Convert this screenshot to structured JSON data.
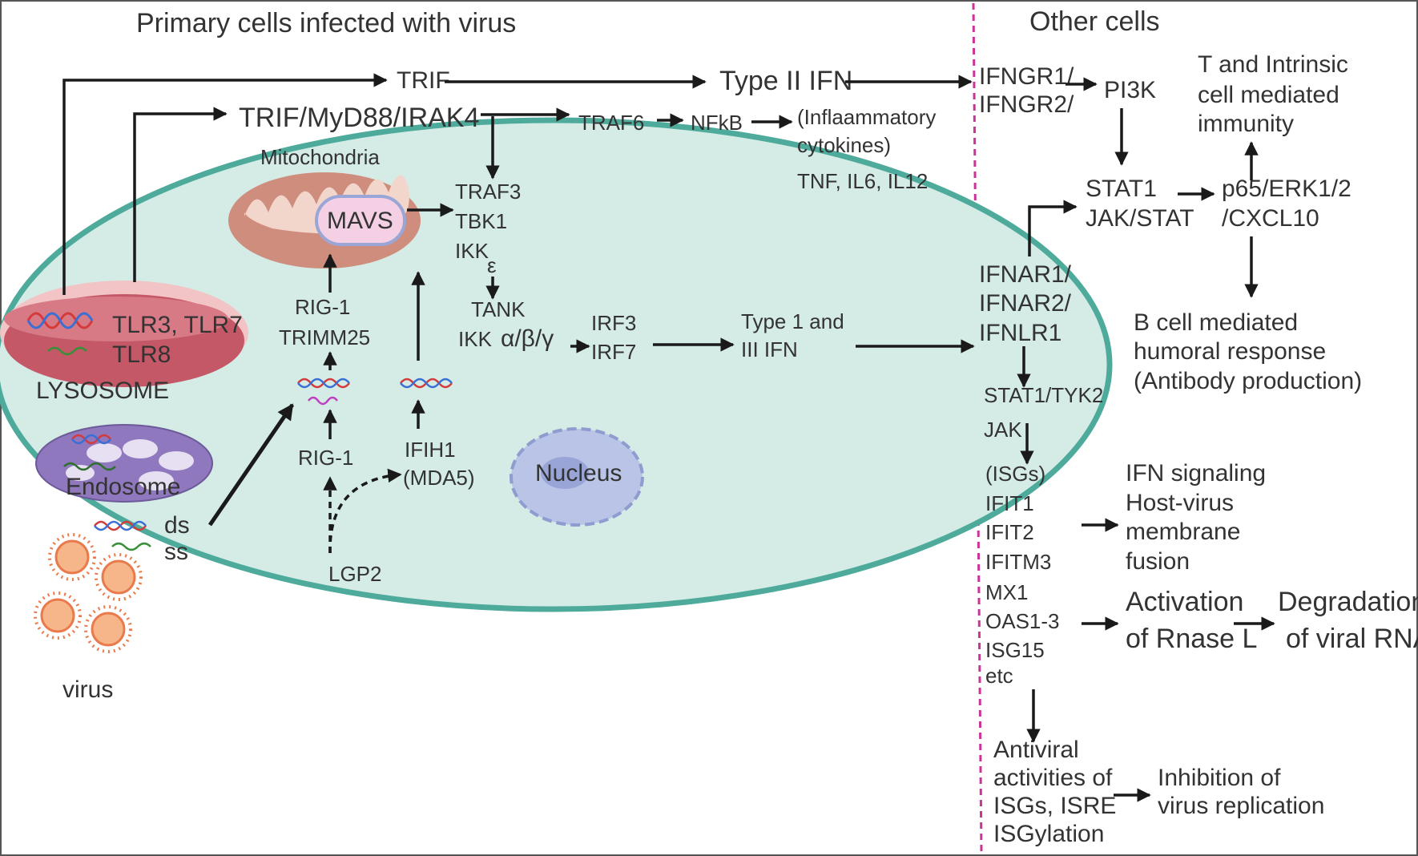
{
  "headings": {
    "left": "Primary cells infected with virus",
    "right": "Other cells"
  },
  "top_pathway": {
    "trif": "TRIF",
    "type2_ifn": "Type II IFN",
    "trif_myd88_irak4": "TRIF/MyD88/IRAK4",
    "traf6": "TRAF6",
    "nfkb": "NFkB",
    "inflammatory_line1": "(Inflaammatory",
    "inflammatory_line2": "cytokines)",
    "cytokines": "TNF, IL6, IL12"
  },
  "cell": {
    "mitochondria": "Mitochondria",
    "mavs": "MAVS",
    "traf3": "TRAF3",
    "tbk1": "TBK1",
    "ikke_base": "IKK",
    "ikke_sub": "ε",
    "tank": "TANK",
    "ikk_abg_base": "IKK",
    "ikk_abg_greek": "α/β/γ",
    "irf3": "IRF3",
    "irf7": "IRF7",
    "rig1_upper": "RIG-1",
    "trimm25": "TRIMM25",
    "rig1_lower": "RIG-1",
    "ifih1": "IFIH1",
    "mda5": "(MDA5)",
    "lgp2": "LGP2",
    "nucleus": "Nucleus",
    "tlr37": "TLR3, TLR7",
    "tlr8": "TLR8",
    "lysosome": "LYSOSOME",
    "endosome": "Endosome",
    "ds": "ds",
    "ss": "ss",
    "virus": "virus"
  },
  "type13_ifn": {
    "line1": "Type 1 and",
    "line2": "III IFN"
  },
  "right_pathway": {
    "ifngr1": "IFNGR1/",
    "ifngr2": "IFNGR2/",
    "pi3k": "PI3K",
    "t_cell_line1": "T and Intrinsic",
    "t_cell_line2": "cell mediated",
    "t_cell_line3": "immunity",
    "stat1": "STAT1",
    "jak_stat": "JAK/STAT",
    "p65_line1": "p65/ERK1/2",
    "p65_line2": "/CXCL10",
    "ifnar1": "IFNAR1/",
    "ifnar2": "IFNAR2/",
    "ifnlr1": "IFNLR1",
    "b_cell_line1": "B cell mediated",
    "b_cell_line2": "humoral response",
    "b_cell_line3": "(Antibody production)",
    "stat1_tyk2": "STAT1/TYK2",
    "jak": "JAK",
    "isgs": [
      "(ISGs)",
      "IFIT1",
      "IFIT2",
      "IFITM3",
      "MX1",
      "OAS1-3",
      "ISG15",
      "etc"
    ],
    "ifn_signaling_line1": "IFN signaling",
    "ifn_signaling_line2": "Host-virus",
    "ifn_signaling_line3": "membrane",
    "ifn_signaling_line4": "fusion",
    "activation_line1": "Activation",
    "activation_line2": "of Rnase L",
    "degradation_line1": "Degradation",
    "degradation_line2": "of viral RNA",
    "antiviral_line1": "Antiviral",
    "antiviral_line2": "activities of",
    "antiviral_line3": "ISGs, ISRE",
    "antiviral_line4": "ISGylation",
    "inhibition_line1": "Inhibition of",
    "inhibition_line2": "virus replication"
  },
  "colors": {
    "cell_fill": "#d4ebe6",
    "cell_border": "#4eab9b",
    "mito_outer": "#cf8e7d",
    "mito_inner": "#f2d6cc",
    "mavs_fill": "#f5cfe3",
    "mavs_border": "#9aa6d6",
    "lysosome_fill": "#c45866",
    "lysosome_rim": "#f3c4c6",
    "endosome_fill": "#8f78bd",
    "nucleus_fill": "#b9c4e6",
    "virus_color": "#e97a4c",
    "divider": "#cc3399"
  }
}
